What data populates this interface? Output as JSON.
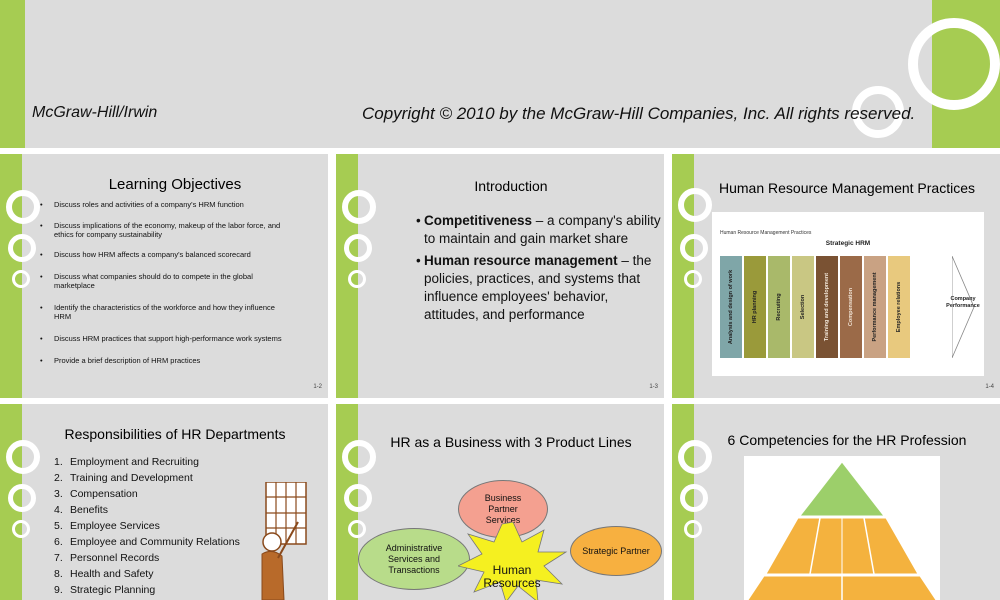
{
  "top_slide": {
    "publisher": "McGraw-Hill/Irwin",
    "copyright": "Copyright © 2010 by the McGraw-Hill Companies, Inc. All rights reserved."
  },
  "slides": {
    "s12": {
      "title": "Learning Objectives",
      "number": "1-2",
      "bullets": [
        "Discuss roles and activities of a company's HRM function",
        "Discuss implications of the economy, makeup of the labor force, and ethics for company sustainability",
        "Discuss how HRM affects a company's balanced scorecard",
        "Discuss what companies should do to compete in the global marketplace",
        "Identify the characteristics of the workforce and how they influence HRM",
        "Discuss HRM practices that support high-performance work systems",
        "Provide a brief description of HRM practices"
      ]
    },
    "s13": {
      "title": "Introduction",
      "number": "1-3",
      "items": [
        {
          "term": "Competitiveness",
          "def": " – a company's ability to maintain and gain market share"
        },
        {
          "term": "Human resource management",
          "def": " – the policies, practices, and systems that influence employees' behavior, attitudes, and performance"
        }
      ]
    },
    "s14": {
      "title": "Human Resource Management Practices",
      "number": "1-4",
      "caption": "Human Resource Management Practices",
      "heading": "Strategic HRM",
      "columns": [
        {
          "label": "Analysis and design of work",
          "color": "#7fa6a8"
        },
        {
          "label": "HR planning",
          "color": "#9a9a3a"
        },
        {
          "label": "Recruiting",
          "color": "#a9b96a"
        },
        {
          "label": "Selection",
          "color": "#c9c783"
        },
        {
          "label": "Training and development",
          "color": "#7a5233"
        },
        {
          "label": "Compensation",
          "color": "#9b6a48"
        },
        {
          "label": "Performance management",
          "color": "#c9a283"
        },
        {
          "label": "Employee relations",
          "color": "#e8c97e"
        }
      ],
      "outcome": "Company Performance"
    },
    "s15": {
      "title": "Responsibilities of HR Departments",
      "items": [
        "Employment and Recruiting",
        "Training and Development",
        "Compensation",
        "Benefits",
        "Employee Services",
        "Employee and Community Relations",
        "Personnel Records",
        "Health and Safety",
        "Strategic Planning"
      ]
    },
    "s16": {
      "title": "HR as a Business with 3 Product Lines",
      "business": "Business Partner Services",
      "admin": "Administrative Services and Transactions",
      "strategic": "Strategic Partner",
      "center": "Human Resources",
      "colors": {
        "business": "#f4a090",
        "admin": "#b8dc8a",
        "strategic": "#f7b040",
        "star": "#f5f020"
      }
    },
    "s17": {
      "title": "6 Competencies for the HR Profession"
    }
  }
}
